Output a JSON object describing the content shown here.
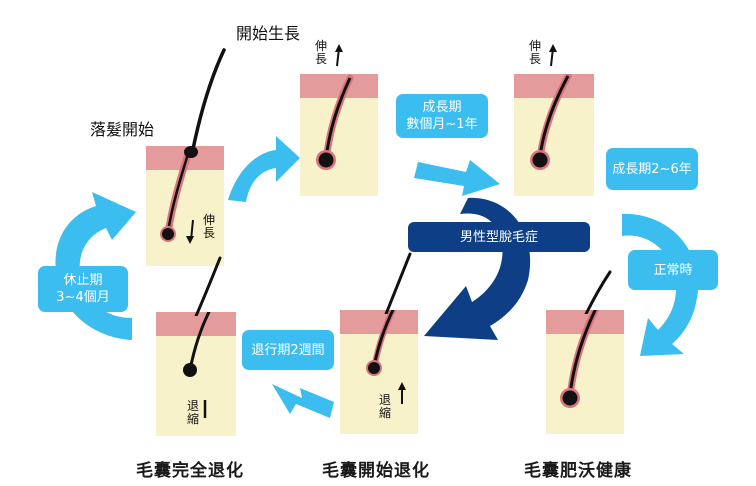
{
  "labels": {
    "start_growth": "開始生長",
    "shedding_start": "落髮開始",
    "stretch": "伸長",
    "retract": "退縮"
  },
  "pills": {
    "growth_months": [
      "成長期",
      "數個月~1年"
    ],
    "growth_years": "成長期2~6年",
    "normal": "正常時",
    "male_alopecia": "男性型脫毛症",
    "regression": "退行期2週間",
    "rest": [
      "休止期",
      "3~4個月"
    ]
  },
  "captions": {
    "complete_regression": "毛囊完全退化",
    "start_regression": "毛囊開始退化",
    "healthy": "毛囊肥沃健康"
  },
  "colors": {
    "light_blue": "#3bbdf0",
    "dark_blue": "#0e3f86",
    "skin_top": "#e39b9b",
    "follicle_cream": "#f7f2c9",
    "hair": "#111111",
    "follicle_root": "#d9737e"
  }
}
